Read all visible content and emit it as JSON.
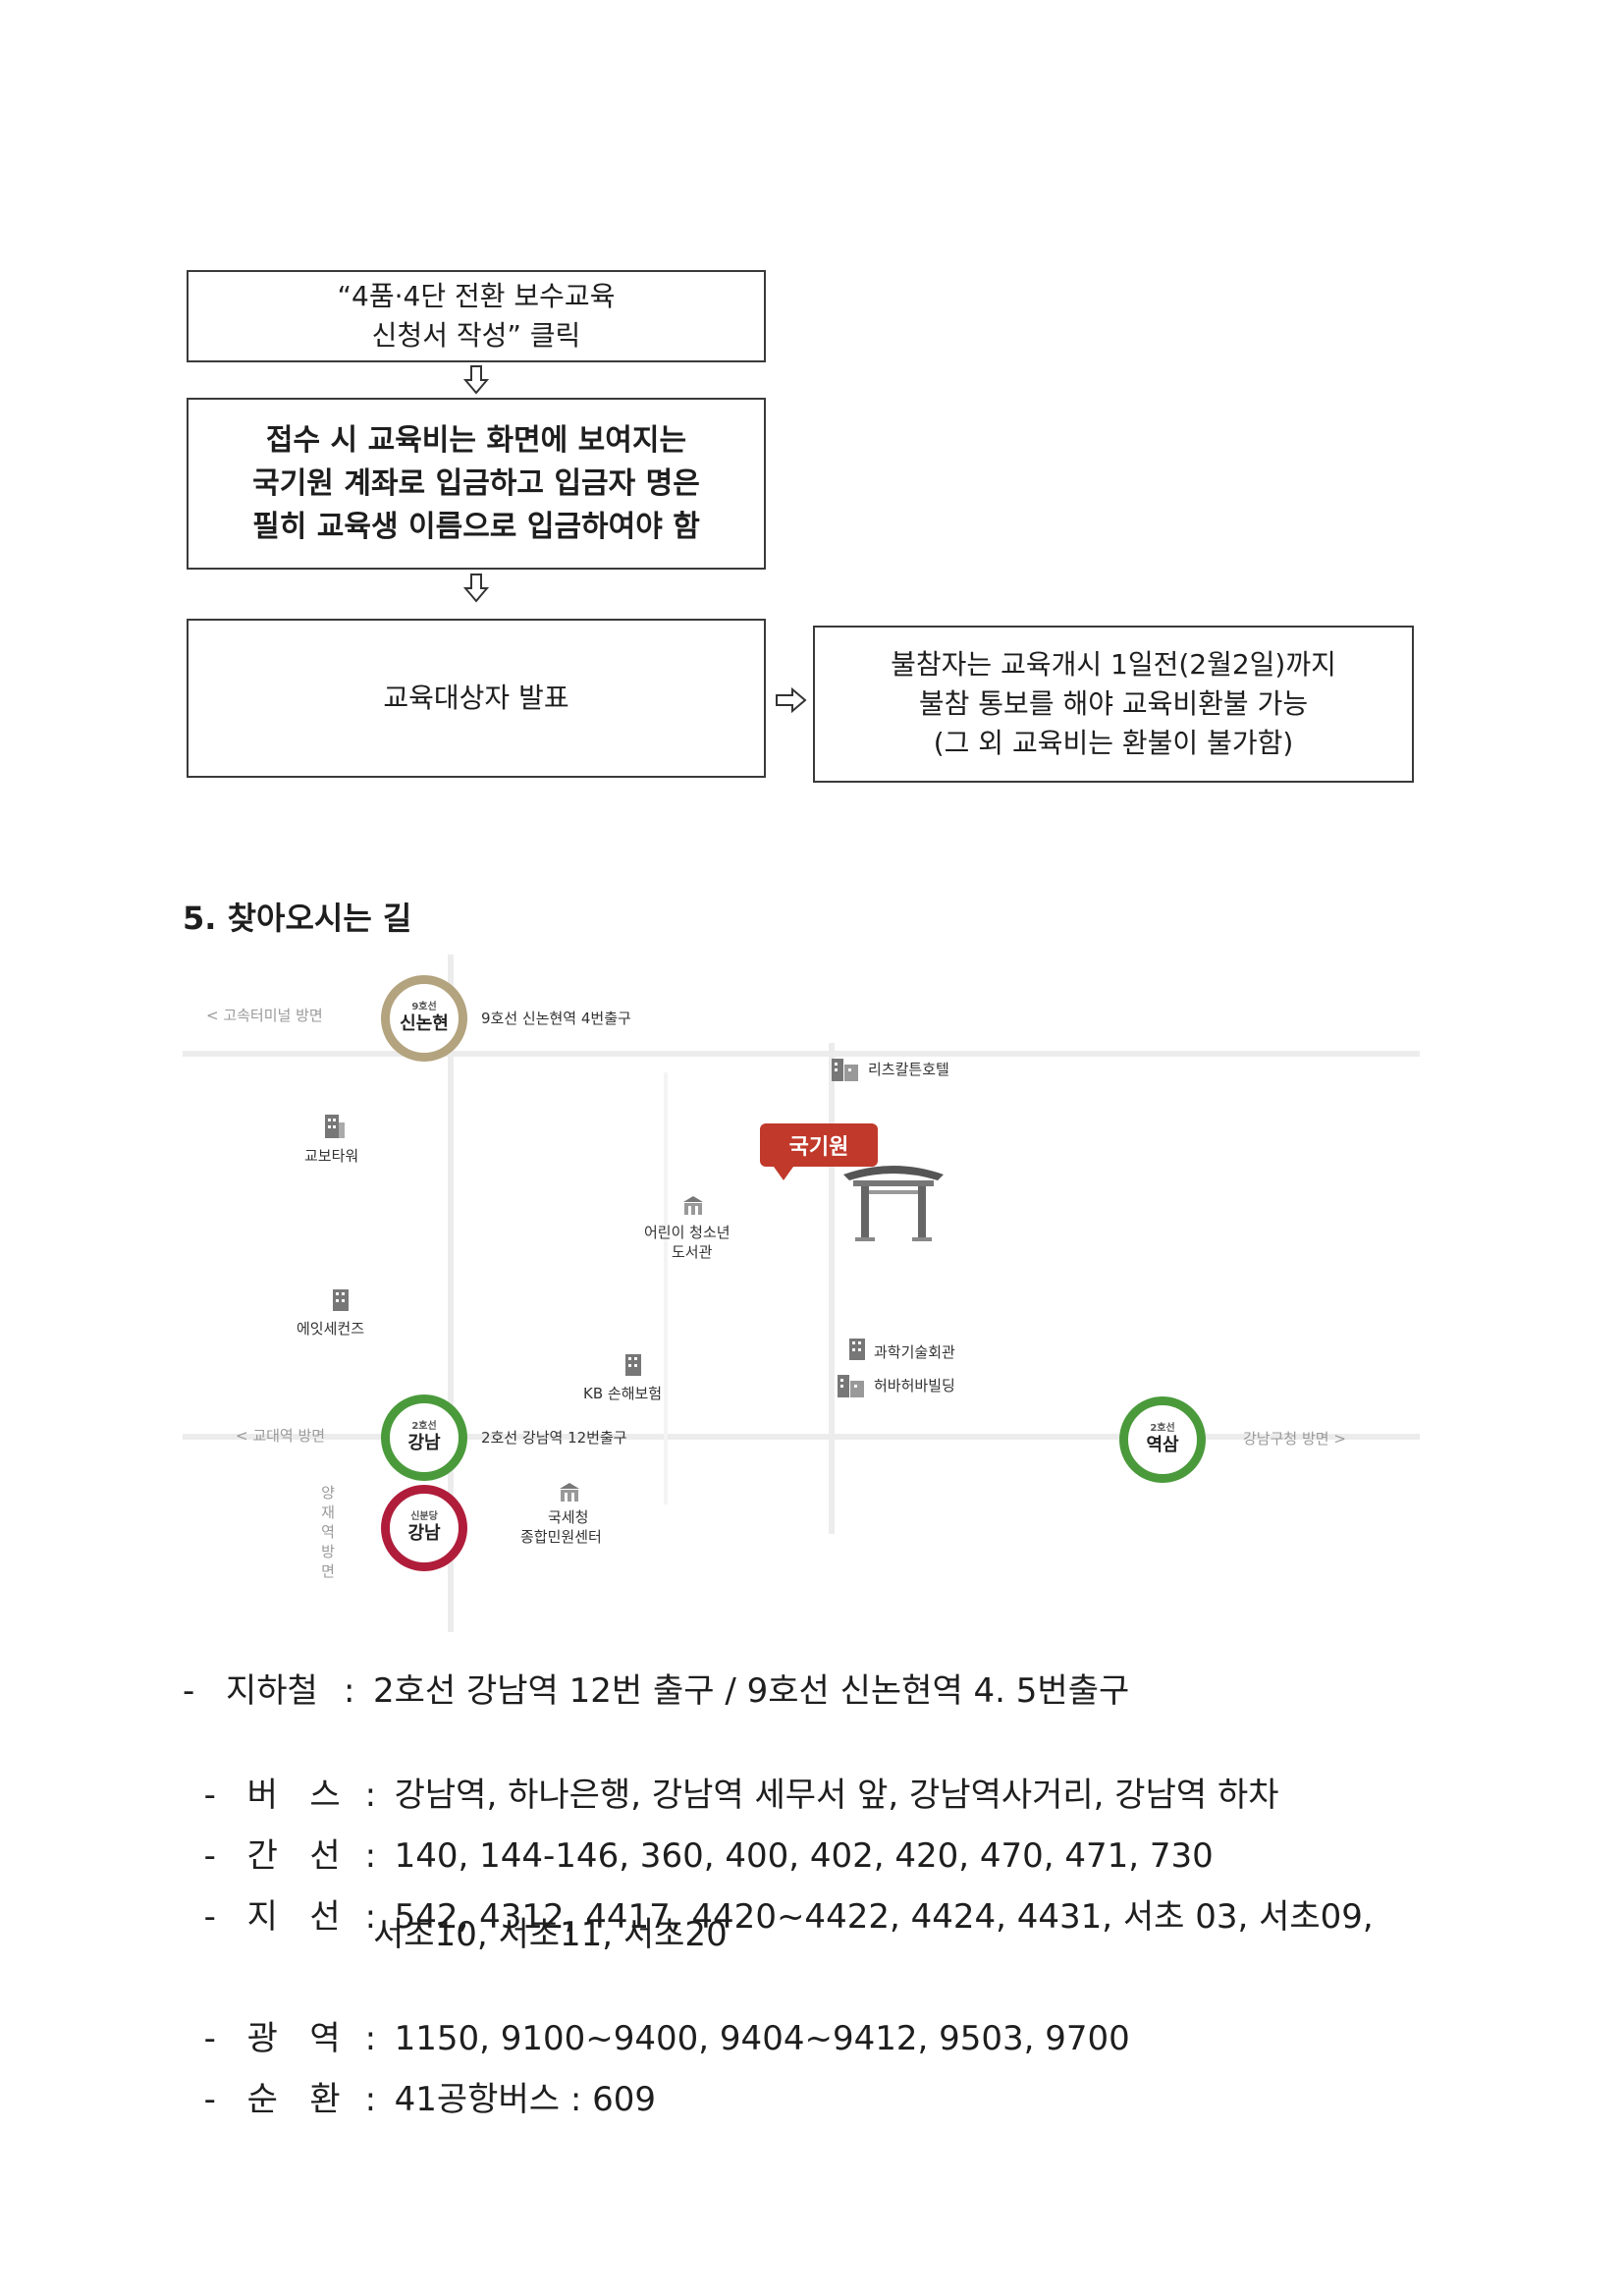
{
  "flow": {
    "step1": {
      "lines": [
        "“4품·4단 전환 보수교육",
        "신청서 작성” 클릭"
      ]
    },
    "step2": {
      "lines": [
        "접수 시 교육비는 화면에 보여지는",
        "국기원 계좌로 입금하고 입금자 명은",
        "필히 교육생 이름으로 입금하여야 함"
      ]
    },
    "step3": {
      "lines": [
        "교육대상자 발표"
      ]
    },
    "step4": {
      "lines": [
        "불참자는 교육개시 1일전(2월2일)까지",
        "불참 통보를 해야 교육비환불 가능",
        "(그 외 교육비는 환불이 불가함)"
      ]
    }
  },
  "section": {
    "title": "5. 찾아오시는 길"
  },
  "map": {
    "stations": [
      {
        "line": "9호선",
        "name": "신논현"
      },
      {
        "line": "2호선",
        "name": "강남"
      },
      {
        "line": "신분당",
        "name": "강남"
      },
      {
        "line": "2호선",
        "name": "역삼"
      }
    ],
    "directions": {
      "top_left": "< 고속터미널 방면",
      "mid_left": "< 교대역 방면",
      "vertical": "양재역방면",
      "right": "강남구청 방면 >"
    },
    "exits": {
      "sinnonhyeon": "9호선 신논현역 4번출구",
      "gangnam": "2호선 강남역 12번출구"
    },
    "buildings": {
      "ritz": "리츠칼튼호텔",
      "kyobo": "교보타워",
      "library_1": "어린이 청소년",
      "library_2": "도서관",
      "eight": "에잇세컨즈",
      "kb": "KB 손해보험",
      "science": "과학기술회관",
      "herbalife": "허바허바빌딩",
      "tax_1": "국세청",
      "tax_2": "종합민원센터"
    },
    "target": "국기원"
  },
  "info": {
    "rows": [
      {
        "label": "지하철",
        "value": "2호선 강남역 12번 출구 / 9호선 신논현역 4. 5번출구"
      },
      {
        "label": "버   스",
        "value": "강남역, 하나은행, 강남역 세무서 앞, 강남역사거리, 강남역 하차"
      },
      {
        "label": "간   선",
        "value": "140, 144-146, 360, 400, 402, 420, 470, 471, 730"
      },
      {
        "label": "지   선",
        "value": "542, 4312, 4417, 4420~4422, 4424, 4431, 서초 03, 서초09,"
      },
      {
        "label": "",
        "value": "서초10, 서초11, 서초20"
      },
      {
        "label": "광   역",
        "value": "1150, 9100~9400, 9404~9412, 9503, 9700"
      },
      {
        "label": "순   환",
        "value": "41공항버스 : 609"
      }
    ]
  }
}
